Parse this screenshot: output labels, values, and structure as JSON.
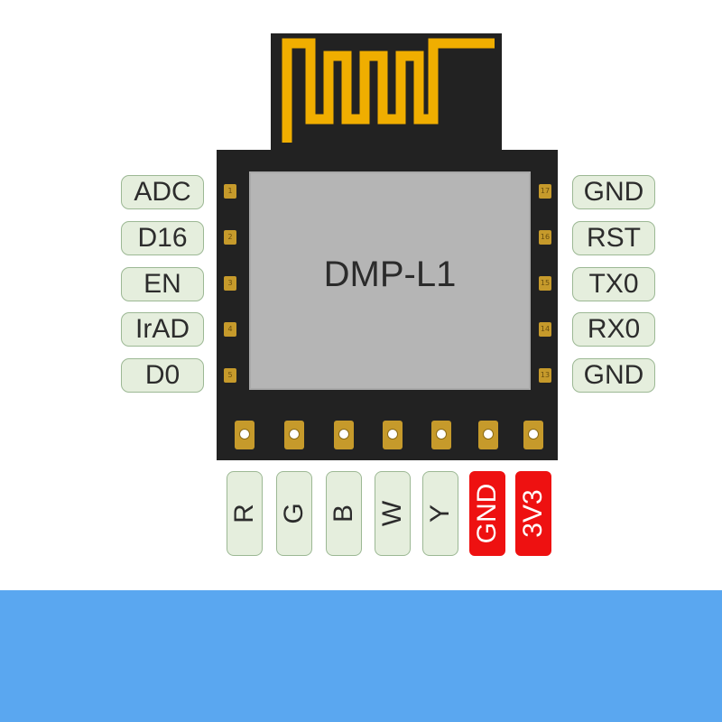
{
  "module": {
    "name": "DMP-L1"
  },
  "left_pins": [
    {
      "number": "1",
      "label": "ADC"
    },
    {
      "number": "2",
      "label": "D16"
    },
    {
      "number": "3",
      "label": "EN"
    },
    {
      "number": "4",
      "label": "IrAD"
    },
    {
      "number": "5",
      "label": "D0"
    }
  ],
  "right_pins": [
    {
      "number": "17",
      "label": "GND"
    },
    {
      "number": "16",
      "label": "RST"
    },
    {
      "number": "15",
      "label": "TX0"
    },
    {
      "number": "14",
      "label": "RX0"
    },
    {
      "number": "13",
      "label": "GND"
    }
  ],
  "bottom_pins": [
    {
      "label": "R",
      "type": "signal"
    },
    {
      "label": "G",
      "type": "signal"
    },
    {
      "label": "B",
      "type": "signal"
    },
    {
      "label": "W",
      "type": "signal"
    },
    {
      "label": "Y",
      "type": "signal"
    },
    {
      "label": "GND",
      "type": "power"
    },
    {
      "label": "3V3",
      "type": "power"
    }
  ],
  "colors": {
    "board": "#222222",
    "shield": "#b5b5b5",
    "pad_gold": "#c69a2b",
    "label_fill": "#e5eedd",
    "label_border": "#9cb894",
    "power_label": "#ee1111",
    "bottom_band": "#5aa7f0"
  }
}
